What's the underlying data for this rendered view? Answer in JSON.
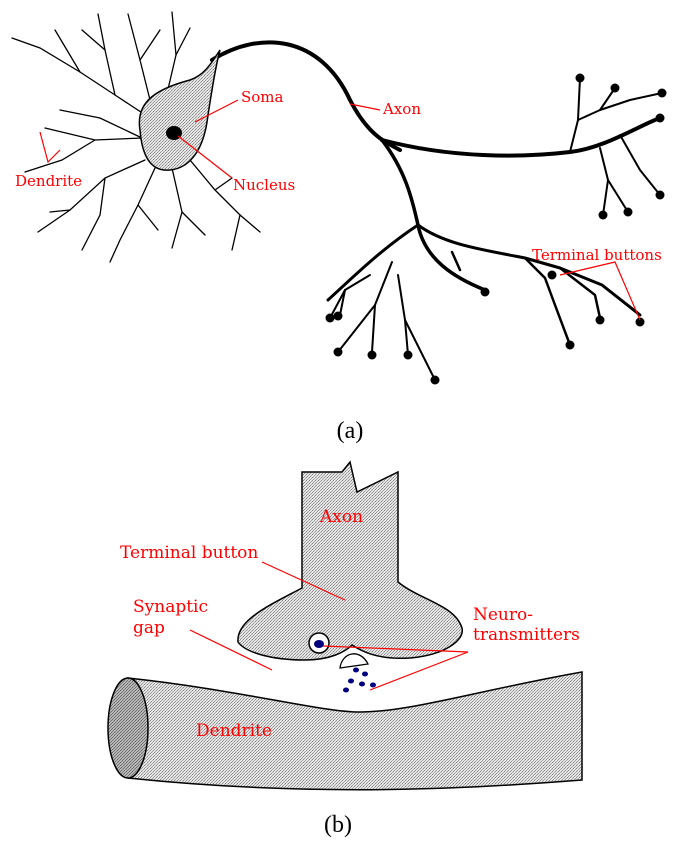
{
  "figure_a": {
    "caption": "(a)",
    "labels": {
      "soma": "Soma",
      "axon": "Axon",
      "dendrite": "Dendrite",
      "nucleus": "Nucleus",
      "terminal_buttons": "Terminal buttons"
    }
  },
  "figure_b": {
    "caption": "(b)",
    "labels": {
      "axon": "Axon",
      "terminal_button": "Terminal button",
      "synaptic_line1": "Synaptic",
      "synaptic_line2": "gap",
      "neuro_line1": "Neuro-",
      "neuro_line2": "transmitters",
      "dendrite": "Dendrite"
    }
  },
  "colors": {
    "label": "#ff0000",
    "neuron": "#000000",
    "cell_fill": "#d9d9d9",
    "neurotransmitter": "#00007f"
  }
}
